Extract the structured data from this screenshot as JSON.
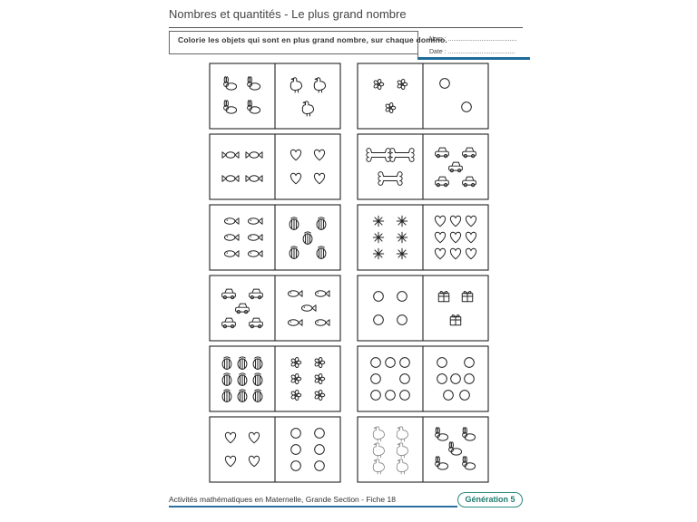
{
  "header": {
    "title": "Nombres et quantités - Le plus grand nombre",
    "instruction": "Colorie les objets qui sont en plus grand nombre, sur chaque domino.",
    "nom_label": "Nom : .......................................",
    "date_label": "Date : ......................................"
  },
  "footer": {
    "text": "Activités mathématiques en Maternelle, Grande Section - Fiche 18",
    "badge": "Génération 5"
  },
  "dominoes": [
    {
      "left": {
        "icon": "rabbit-icon",
        "count": 4
      },
      "right": {
        "icon": "hen-icon",
        "count": 3
      }
    },
    {
      "left": {
        "icon": "flower-icon",
        "count": 3
      },
      "right": {
        "icon": "ring-icon",
        "count": 2
      }
    },
    {
      "left": {
        "icon": "candy-icon",
        "count": 4
      },
      "right": {
        "icon": "heart-icon",
        "count": 4
      }
    },
    {
      "left": {
        "icon": "bone-icon",
        "count": 3
      },
      "right": {
        "icon": "car-icon",
        "count": 5
      }
    },
    {
      "left": {
        "icon": "fish-icon",
        "count": 6
      },
      "right": {
        "icon": "pumpkin-icon",
        "count": 5
      }
    },
    {
      "left": {
        "icon": "star-icon",
        "count": 6
      },
      "right": {
        "icon": "heart-icon",
        "count": 9
      }
    },
    {
      "left": {
        "icon": "car-icon",
        "count": 5
      },
      "right": {
        "icon": "fish-icon",
        "count": 5
      }
    },
    {
      "left": {
        "icon": "ring-icon",
        "count": 4
      },
      "right": {
        "icon": "gift-icon",
        "count": 3
      }
    },
    {
      "left": {
        "icon": "pumpkin-icon",
        "count": 9
      },
      "right": {
        "icon": "flower-icon",
        "count": 6
      }
    },
    {
      "left": {
        "icon": "ring-icon",
        "count": 8
      },
      "right": {
        "icon": "ring-icon",
        "count": 7
      }
    },
    {
      "left": {
        "icon": "heart-icon",
        "count": 4
      },
      "right": {
        "icon": "ring-icon",
        "count": 6
      }
    },
    {
      "left": {
        "icon": "hen-icon",
        "count": 6
      },
      "right": {
        "icon": "rabbit-icon",
        "count": 5
      }
    }
  ]
}
